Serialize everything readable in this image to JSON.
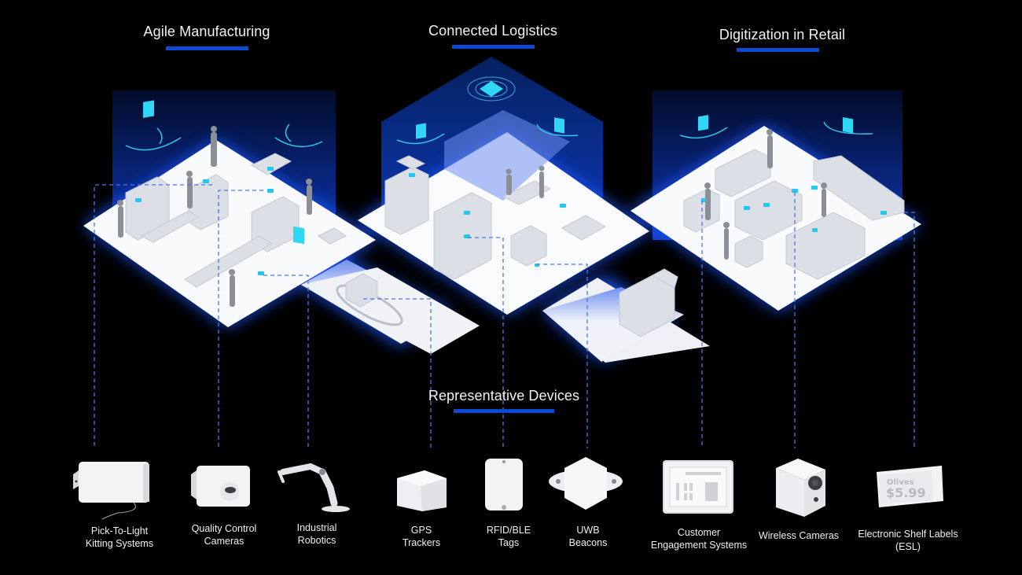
{
  "sections": [
    {
      "id": "manufacturing",
      "title": "Agile Manufacturing"
    },
    {
      "id": "logistics",
      "title": "Connected Logistics"
    },
    {
      "id": "retail",
      "title": "Digitization in Retail"
    }
  ],
  "devices_section": {
    "title": "Representative Devices"
  },
  "devices": [
    {
      "id": "pick-to-light",
      "label_lines": [
        "Pick-To-Light",
        "Kitting Systems"
      ],
      "icon": "pick-to-light-module-icon"
    },
    {
      "id": "qc-cameras",
      "label_lines": [
        "Quality Control",
        "Cameras"
      ],
      "icon": "industrial-camera-icon"
    },
    {
      "id": "robotics",
      "label_lines": [
        "Industrial",
        "Robotics"
      ],
      "icon": "robot-arm-icon"
    },
    {
      "id": "gps",
      "label_lines": [
        "GPS",
        "Trackers"
      ],
      "icon": "gps-tracker-icon"
    },
    {
      "id": "rfid",
      "label_lines": [
        "RFID/BLE",
        "Tags"
      ],
      "icon": "rfid-tag-icon"
    },
    {
      "id": "uwb",
      "label_lines": [
        "UWB",
        "Beacons"
      ],
      "icon": "uwb-beacon-icon"
    },
    {
      "id": "customer-engagement",
      "label_lines": [
        "Customer",
        "Engagement Systems"
      ],
      "icon": "display-screen-icon"
    },
    {
      "id": "wireless-cameras",
      "label_lines": [
        "Wireless Cameras"
      ],
      "icon": "cube-camera-icon"
    },
    {
      "id": "esl",
      "label_lines": [
        "Electronic Shelf Labels",
        "(ESL)"
      ],
      "icon": "shelf-label-icon"
    }
  ],
  "esl_display": {
    "product": "Olives",
    "price": "$5.99"
  },
  "colors": {
    "background": "#000000",
    "accent_blue": "#0b49d6",
    "beacon_cyan": "#2fd6f5",
    "platform_white": "#f7f8fa",
    "dash_blue": "#4a78e8"
  }
}
